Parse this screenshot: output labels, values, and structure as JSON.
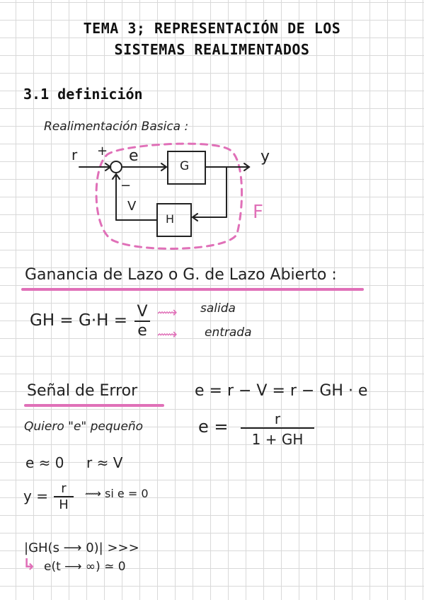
{
  "title_line1": "TEMA 3; REPRESENTACIÓN DE LOS",
  "title_line2": "SISTEMAS REALIMENTADOS",
  "section": "3.1 definición",
  "diagram": {
    "caption": "Realimentación Basica :",
    "r": "r",
    "plus": "+",
    "minus": "−",
    "e": "e",
    "G": "G",
    "H": "H",
    "v": "V",
    "y": "y",
    "F": "F"
  },
  "ganancia": {
    "heading": "Ganancia de Lazo o G. de Lazo Abierto :",
    "lhs": "GH = G·H =",
    "num": "V",
    "den": "e",
    "arrow1": "⟿",
    "salida": "salida",
    "arrow2": "⟿",
    "entrada": "entrada"
  },
  "error": {
    "heading": "Señal de Error",
    "eq1": "e = r − V = r − GH · e",
    "eq2_lhs": "e =",
    "eq2_num": "r",
    "eq2_den": "1 + GH",
    "quiero": "Quiero \"e\" pequeño",
    "approx1": "e ≈ 0",
    "approx2": "r ≈ V",
    "y_lhs": "y =",
    "y_num": "r",
    "y_den": "H",
    "y_cond": "⟿ si e = 0",
    "gh_line": "|GH(s ⟶ 0)| >>>",
    "arrow_hook": "↳",
    "limit": "e(t ⟶ ∞) ≃ 0"
  },
  "colors": {
    "accent": "#e070b8",
    "grid": "#d9d9d9",
    "ink": "#222222"
  }
}
